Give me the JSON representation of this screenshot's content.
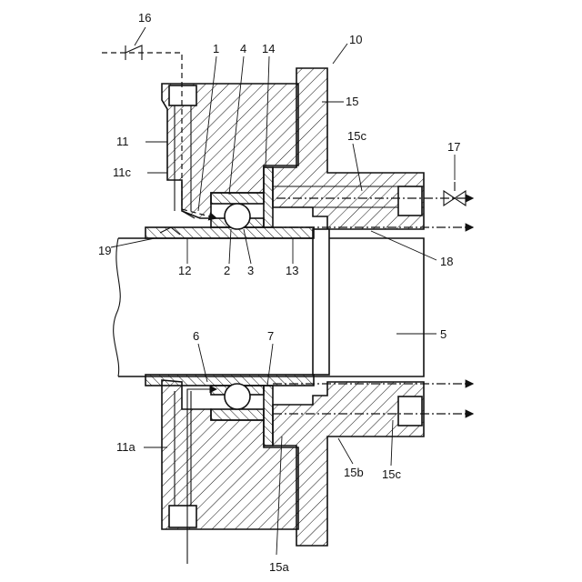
{
  "labels": {
    "l16": "16",
    "l1": "1",
    "l4": "4",
    "l14": "14",
    "l10": "10",
    "l15": "15",
    "l15c_top": "15c",
    "l17": "17",
    "l11": "11",
    "l11c": "11c",
    "l19": "19",
    "l12": "12",
    "l2": "2",
    "l3": "3",
    "l13": "13",
    "l18": "18",
    "l5": "5",
    "l6": "6",
    "l7": "7",
    "l11a": "11a",
    "l15b": "15b",
    "l15c_bot": "15c",
    "l15a": "15a"
  }
}
